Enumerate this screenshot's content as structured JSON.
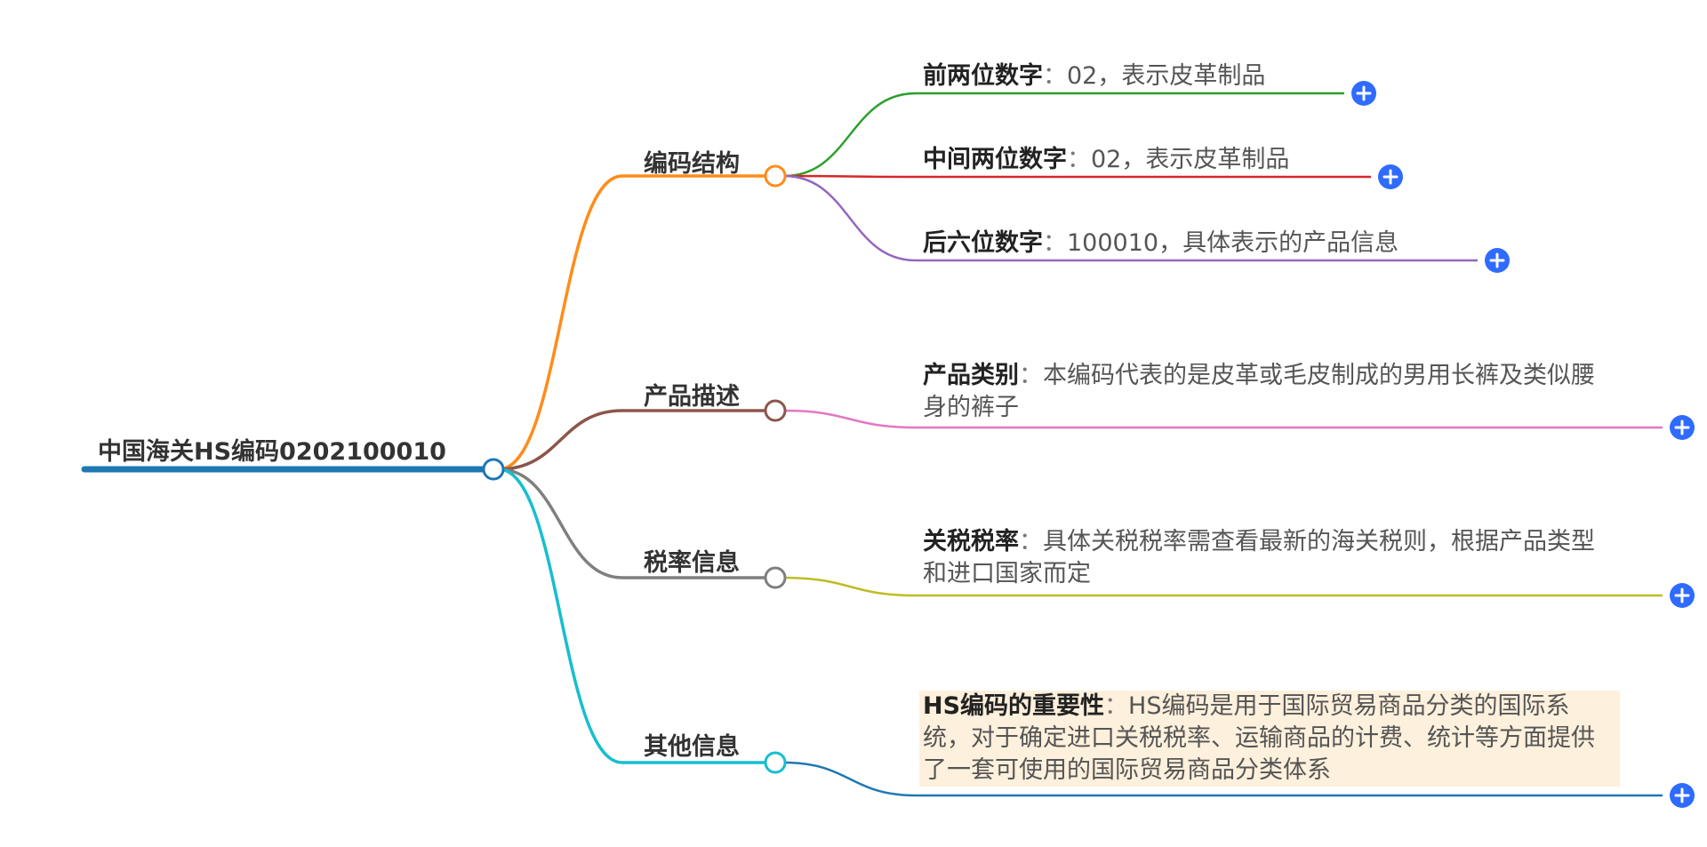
{
  "root": {
    "label": "中国海关HS编码0202100010",
    "color": "#1f77b4"
  },
  "branches": [
    {
      "label": "编码结构",
      "color": "#ff8c1a",
      "leaves": [
        {
          "title": "前两位数字",
          "text": "02，表示皮革制品",
          "color": "#2ca02c"
        },
        {
          "title": "中间两位数字",
          "text": "02，表示皮革制品",
          "color": "#d62728"
        },
        {
          "title": "后六位数字",
          "text": "100010，具体表示的产品信息",
          "color": "#9467bd"
        }
      ]
    },
    {
      "label": "产品描述",
      "color": "#8c564b",
      "leaves": [
        {
          "title": "产品类别",
          "text": "本编码代表的是皮革或毛皮制成的男用长裤及类似腰身的裤子",
          "color": "#e377c2"
        }
      ]
    },
    {
      "label": "税率信息",
      "color": "#7f7f7f",
      "leaves": [
        {
          "title": "关税税率",
          "text": "具体关税税率需查看最新的海关税则，根据产品类型和进口国家而定",
          "color": "#bcbd22"
        }
      ]
    },
    {
      "label": "其他信息",
      "color": "#17becf",
      "leaves": [
        {
          "title": "HS编码的重要性",
          "text": "HS编码是用于国际贸易商品分类的国际系统，对于确定进口关税税率、运输商品的计费、统计等方面提供了一套可使用的国际贸易商品分类体系",
          "color": "#1f77b4",
          "highlight": "#fdf0dc"
        }
      ]
    }
  ],
  "sep": "：",
  "expand_icon": "plus-circle-icon",
  "expand_color": "#2f6bff"
}
